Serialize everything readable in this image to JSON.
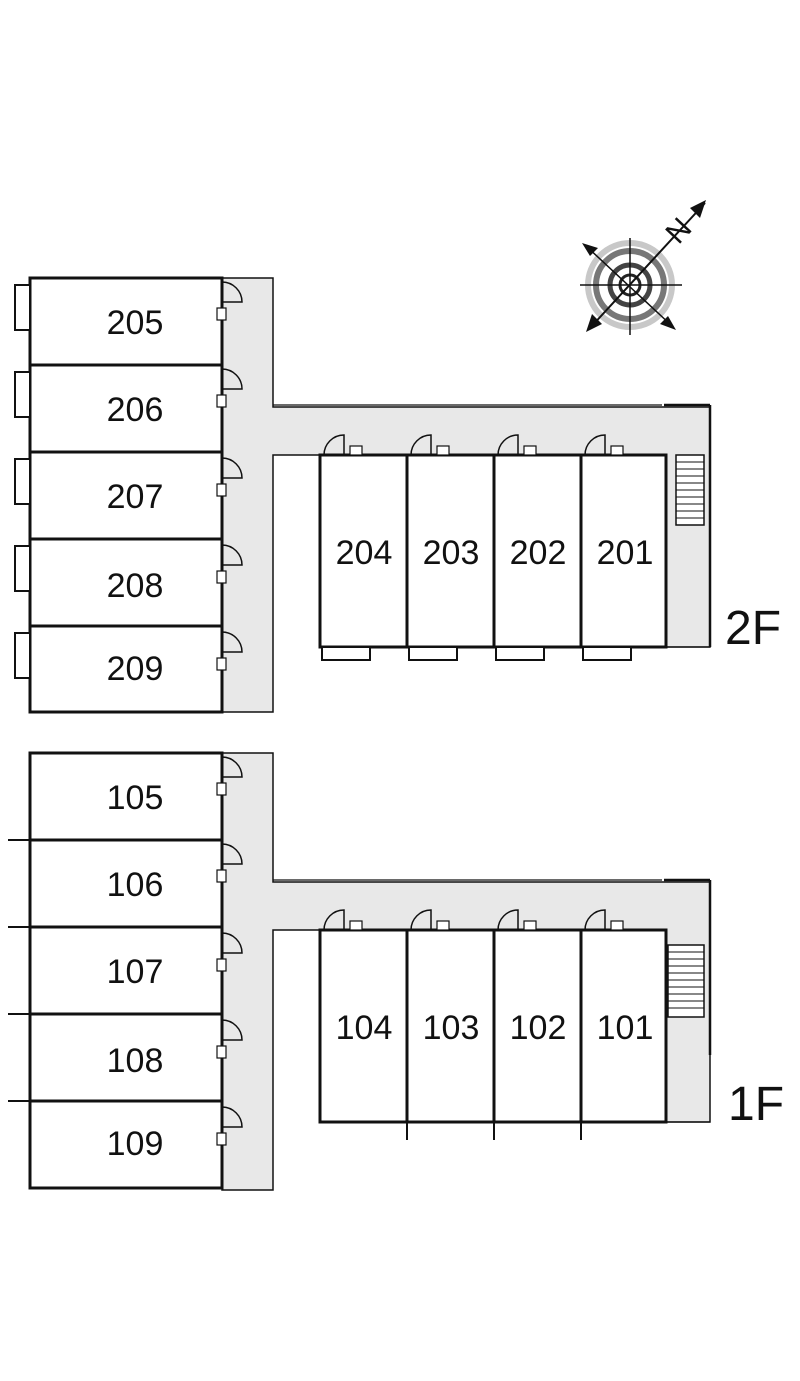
{
  "floors": [
    {
      "label": "2F",
      "west_units": [
        "205",
        "206",
        "207",
        "208",
        "209"
      ],
      "east_units": [
        "204",
        "203",
        "202",
        "201"
      ]
    },
    {
      "label": "1F",
      "west_units": [
        "105",
        "106",
        "107",
        "108",
        "109"
      ],
      "east_units": [
        "104",
        "103",
        "102",
        "101"
      ]
    }
  ],
  "compass": {
    "north_label": "N",
    "icon": "compass-icon"
  },
  "colors": {
    "line": "#111111",
    "corridor": "#e8e8e8",
    "background": "#ffffff"
  }
}
